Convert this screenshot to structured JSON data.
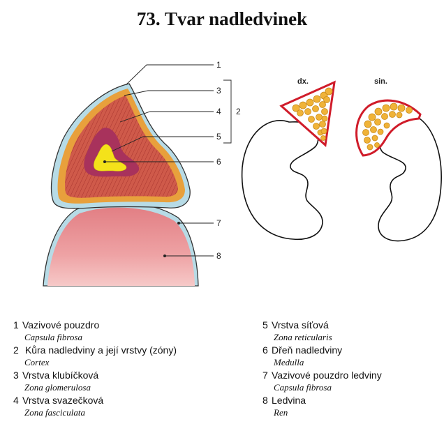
{
  "title": "73. Tvar nadledvinek",
  "diagram": {
    "callouts": [
      "1",
      "2",
      "3",
      "4",
      "5",
      "6",
      "7",
      "8"
    ],
    "side_labels": {
      "right": "dx.",
      "left": "sin."
    }
  },
  "legend": [
    {
      "num": "1",
      "cz": "Vazivové pouzdro",
      "la": "Capsula fibrosa"
    },
    {
      "num": "2",
      "cz": " Kůra nadledviny a její vrstvy (zóny)",
      "la": "Cortex"
    },
    {
      "num": "3",
      "cz": "Vrstva klubíčková",
      "la": "Zona glomerulosa"
    },
    {
      "num": "4",
      "cz": "Vrstva svazečková",
      "la": "Zona fasciculata"
    },
    {
      "num": "5",
      "cz": "Vrstva síťová",
      "la": "Zona reticularis"
    },
    {
      "num": "6",
      "cz": "Dřeň nadledviny",
      "la": "Medulla"
    },
    {
      "num": "7",
      "cz": "Vazivové pouzdro ledviny",
      "la": "Capsula fibrosa"
    },
    {
      "num": "8",
      "cz": "Ledvina",
      "la": "Ren"
    }
  ],
  "colors": {
    "capsule": "#b7dbe6",
    "glomerulosa": "#e8a03c",
    "fasciculata": "#cf5a4a",
    "reticularis": "#a8325c",
    "medulla": "#f4e21a",
    "kidney": "#e69294",
    "gland_outline": "#d01c2a"
  }
}
